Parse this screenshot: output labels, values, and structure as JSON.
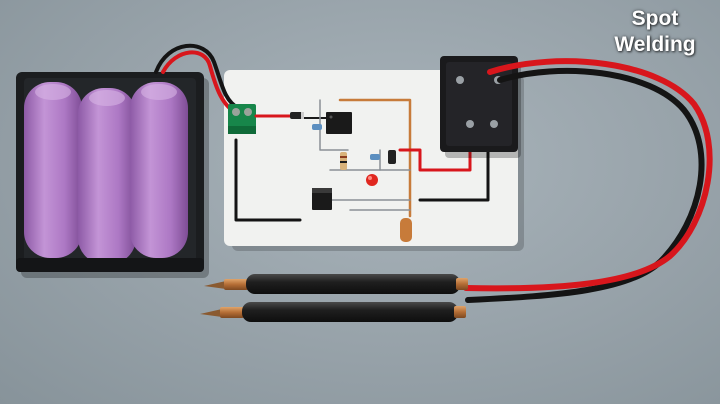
{
  "caption": {
    "line1": "Spot",
    "line2": "Welding"
  },
  "colors": {
    "background": "#9aa5ac",
    "board": "#f2f3f1",
    "battery": "#b47fc9",
    "holder": "#1b1d1f",
    "wire_red": "#d8161c",
    "wire_black": "#141414",
    "relay": "#1a1a1c",
    "pen_tip": "#b8753f"
  },
  "objects": {
    "battery_cells": 3,
    "pens": 2
  }
}
